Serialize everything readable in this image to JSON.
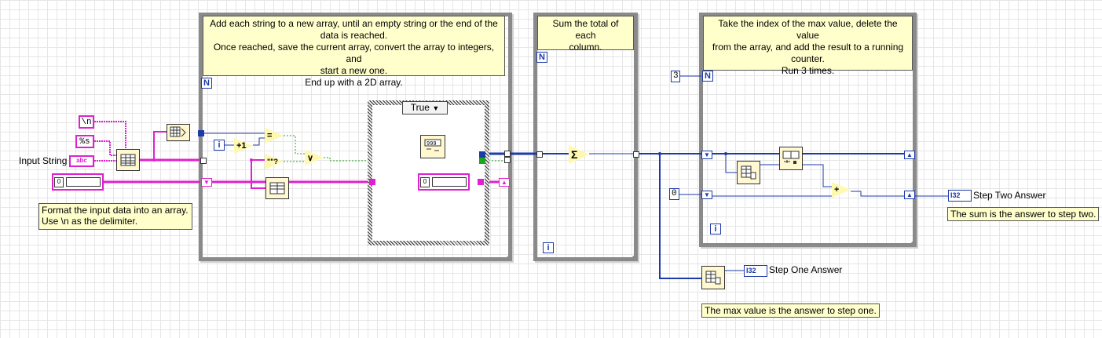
{
  "comments": {
    "loop1": [
      "Add each string to a new array, until an empty string or the end of the",
      "data is reached.",
      "Once reached, save the current array, convert the array to integers, and",
      "start a new one.",
      "End up with a 2D array."
    ],
    "loop2": [
      "Sum the total of each",
      "column."
    ],
    "loop3": [
      "Take the index of the max value, delete the value",
      "from the array, and add the result to a running",
      "counter.",
      "Run 3 times."
    ]
  },
  "notes": {
    "format": "Format the input data into an array.\nUse \\n as the delimiter.",
    "step_two": "The sum is the answer to step two.",
    "step_one": "The max value is the answer to step one."
  },
  "constants": {
    "newline": "\\n",
    "format_spec": "%s",
    "loop_count": "3",
    "zero_init": "0",
    "counter_init": "0"
  },
  "controls": {
    "input_string_label": "Input String",
    "input_string_badge": "abc"
  },
  "indicators": {
    "step_two_label": "Step Two Answer",
    "step_one_label": "Step One Answer",
    "type_badge": "I32"
  },
  "case_structure": {
    "selector_value": "True",
    "selector_arrow": "▼"
  },
  "terminals": {
    "count": "N",
    "iteration": "i"
  },
  "node_glyphs": {
    "equals": "=",
    "increment": "+1",
    "empty_check": "\"\"?",
    "or_gate": "∨",
    "sum": "Σ",
    "add": "+"
  },
  "colors": {
    "wire_int": "#1c3aa8",
    "wire_string": "#e020d0",
    "wire_bool": "#1aa81a",
    "loop_border": "#8a8a8a",
    "comment_bg": "#ffffcc"
  }
}
